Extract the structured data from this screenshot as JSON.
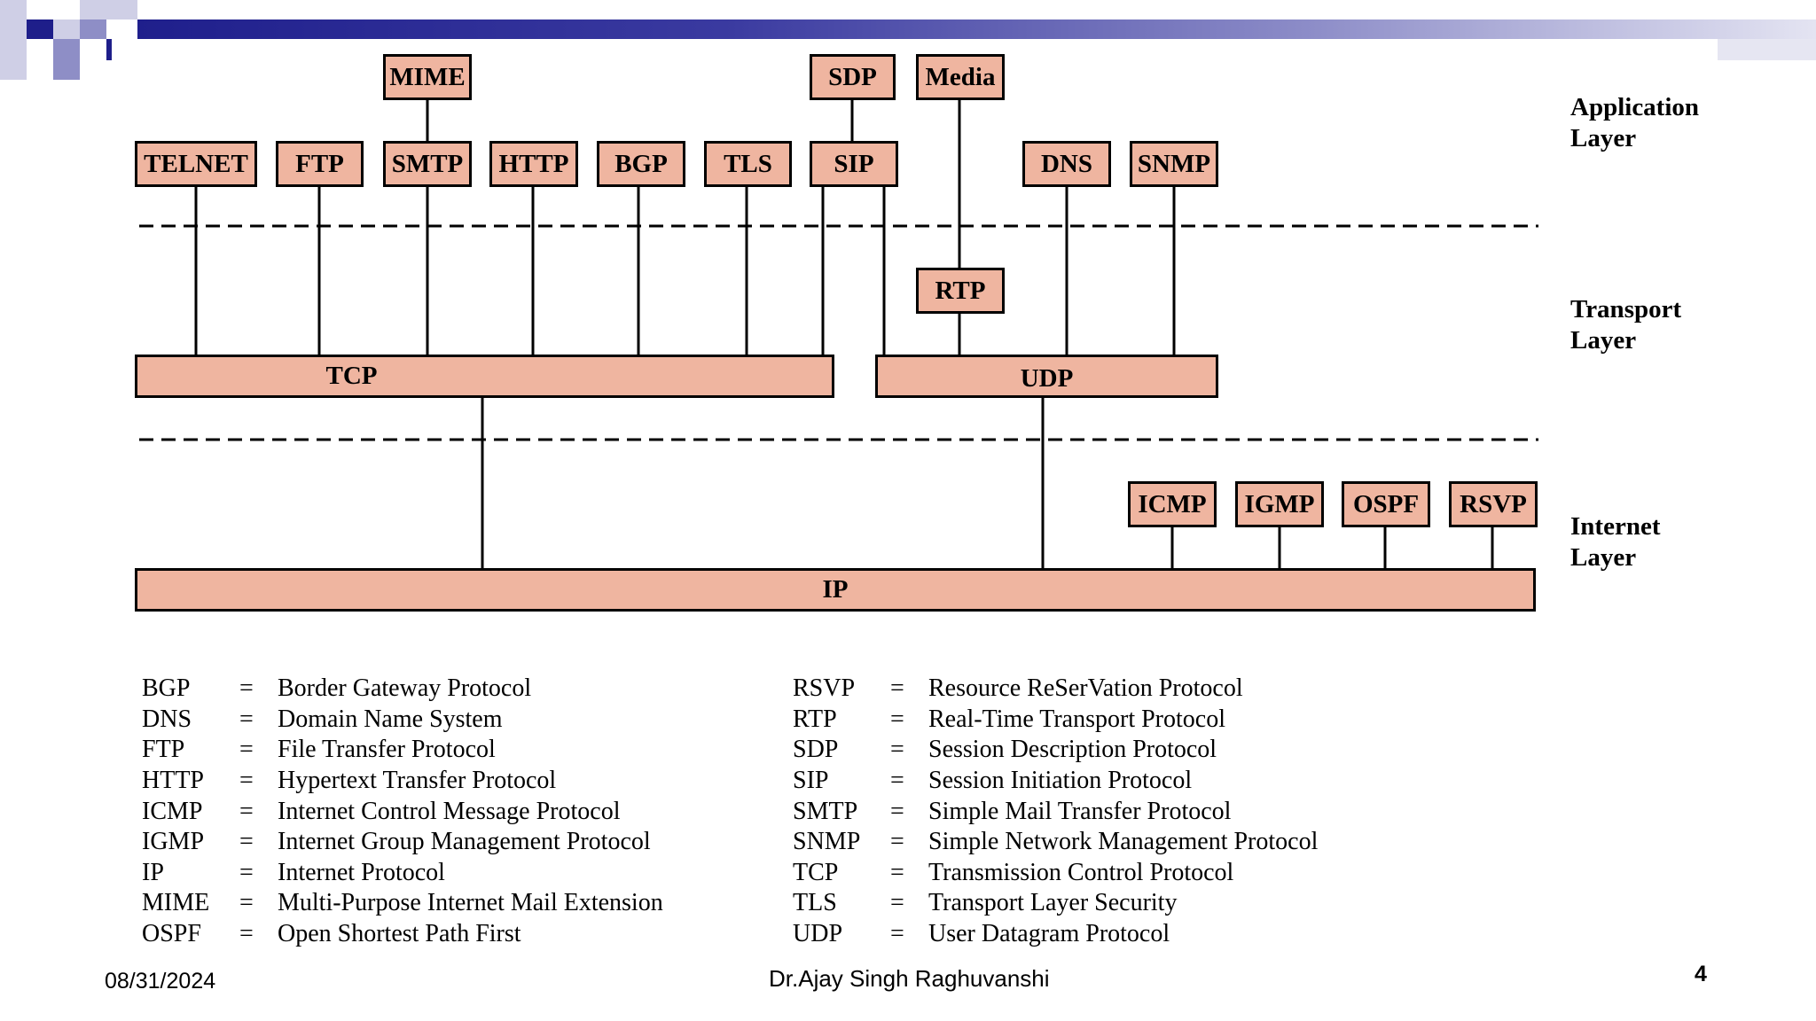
{
  "diagram": {
    "application_boxes_top": [
      "MIME",
      "SDP",
      "Media"
    ],
    "application_boxes": [
      "TELNET",
      "FTP",
      "SMTP",
      "HTTP",
      "BGP",
      "TLS",
      "SIP",
      "DNS",
      "SNMP"
    ],
    "transport_boxes": [
      "RTP",
      "TCP",
      "UDP"
    ],
    "internet_boxes": [
      "ICMP",
      "IGMP",
      "OSPF",
      "RSVP",
      "IP"
    ],
    "layer_labels": [
      {
        "line1": "Application",
        "line2": "Layer"
      },
      {
        "line1": "Transport",
        "line2": "Layer"
      },
      {
        "line1": "Internet",
        "line2": "Layer"
      }
    ],
    "box_color": "#efb5a0"
  },
  "legend": {
    "separator": "=",
    "left": [
      {
        "abbr": "BGP",
        "meaning": "Border Gateway Protocol"
      },
      {
        "abbr": "DNS",
        "meaning": "Domain Name System"
      },
      {
        "abbr": "FTP",
        "meaning": "File Transfer Protocol"
      },
      {
        "abbr": "HTTP",
        "meaning": "Hypertext Transfer Protocol"
      },
      {
        "abbr": "ICMP",
        "meaning": "Internet Control Message Protocol"
      },
      {
        "abbr": "IGMP",
        "meaning": "Internet Group Management Protocol"
      },
      {
        "abbr": "IP",
        "meaning": "Internet Protocol"
      },
      {
        "abbr": "MIME",
        "meaning": "Multi-Purpose Internet Mail Extension"
      },
      {
        "abbr": "OSPF",
        "meaning": "Open Shortest Path First"
      }
    ],
    "right": [
      {
        "abbr": "RSVP",
        "meaning": "Resource ReSerVation Protocol"
      },
      {
        "abbr": "RTP",
        "meaning": "Real-Time Transport Protocol"
      },
      {
        "abbr": "SDP",
        "meaning": "Session Description Protocol"
      },
      {
        "abbr": "SIP",
        "meaning": "Session Initiation Protocol"
      },
      {
        "abbr": "SMTP",
        "meaning": "Simple Mail Transfer Protocol"
      },
      {
        "abbr": "SNMP",
        "meaning": "Simple Network Management Protocol"
      },
      {
        "abbr": "TCP",
        "meaning": "Transmission Control Protocol"
      },
      {
        "abbr": "TLS",
        "meaning": "Transport Layer Security"
      },
      {
        "abbr": "UDP",
        "meaning": "User Datagram Protocol"
      }
    ]
  },
  "footer": {
    "date": "08/31/2024",
    "author": "Dr.Ajay Singh Raghuvanshi",
    "page_number": "4"
  },
  "theme": {
    "bar_dark": "#1f1f8c",
    "bar_light": "#e4e4f2",
    "square_dark": "#1e1e8a",
    "square_mid": "#8e8ec6",
    "square_light": "#cfcfe6"
  }
}
